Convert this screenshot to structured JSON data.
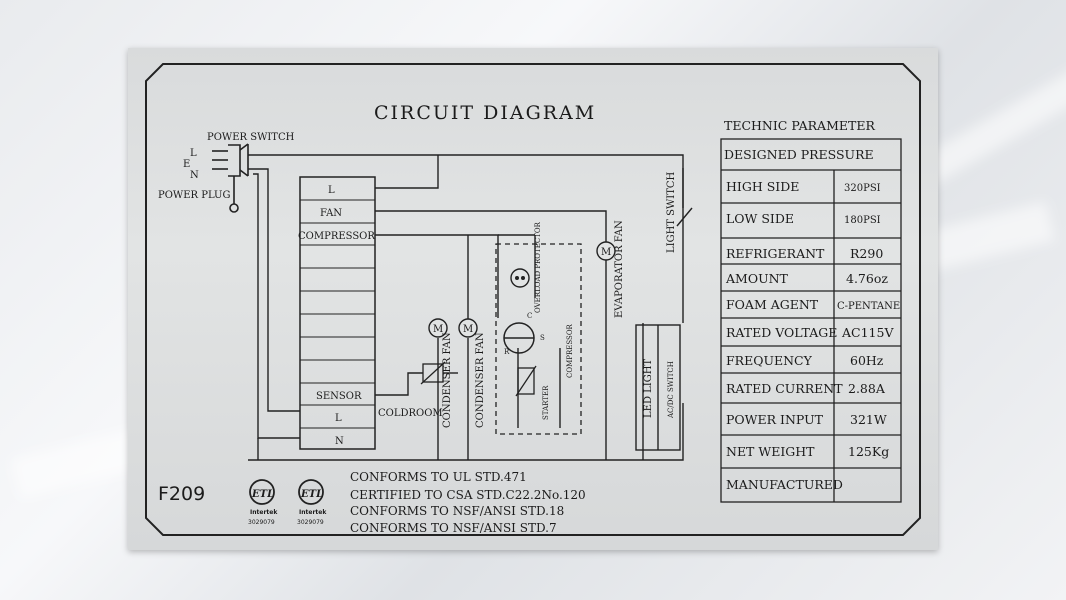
{
  "title": "CIRCUIT DIAGRAM",
  "power": {
    "switch_label": "POWER SWITCH",
    "plug_label": "POWER PLUG",
    "pins": [
      "L",
      "E",
      "N"
    ]
  },
  "terminal_block": {
    "rows": [
      "L",
      "FAN",
      "COMPRESSOR",
      "",
      "",
      "",
      "",
      "",
      "",
      "SENSOR",
      "L",
      "N"
    ]
  },
  "components": {
    "coldroom": "COLDROOM",
    "condenser_fan_1": "CONDENSER FAN",
    "condenser_fan_2": "CONDENSER FAN",
    "overload_protector": "OVERLOAD PROTECTOR",
    "compressor": "COMPRESSOR",
    "starter": "STARTER",
    "evaporator_fan": "EVAPORATOR FAN",
    "light_switch": "LIGHT SWITCH",
    "led_light": "LED LIGHT",
    "acdc_switch": "AC/DC SWITCH",
    "motor_symbol": "M",
    "compressor_terminals": [
      "C",
      "R",
      "S"
    ]
  },
  "technic_parameter": {
    "heading": "TECHNIC PARAMETER",
    "designed_pressure": "DESIGNED PRESSURE",
    "rows": [
      {
        "label": "HIGH SIDE",
        "value": "320PSI"
      },
      {
        "label": "LOW SIDE",
        "value": "180PSI"
      },
      {
        "label": "REFRIGERANT",
        "value": "R290"
      },
      {
        "label": "AMOUNT",
        "value": "4.76oz"
      },
      {
        "label": "FOAM AGENT",
        "value": "C-PENTANE"
      },
      {
        "label": "RATED VOLTAGE",
        "value": "AC115V"
      },
      {
        "label": "FREQUENCY",
        "value": "60Hz"
      },
      {
        "label": "RATED CURRENT",
        "value": "2.88A"
      },
      {
        "label": "POWER INPUT",
        "value": "321W"
      },
      {
        "label": "NET WEIGHT",
        "value": "125Kg"
      },
      {
        "label": "MANUFACTURED",
        "value": ""
      }
    ]
  },
  "model": "F209",
  "certification": {
    "logo_text": "ETL",
    "lab": "Intertek",
    "numbers": [
      "3029079",
      "3029079"
    ]
  },
  "conformity": [
    "CONFORMS TO UL STD.471",
    "CERTIFIED TO CSA STD.C22.2No.120",
    "CONFORMS TO NSF/ANSI STD.18",
    "CONFORMS TO NSF/ANSI STD.7"
  ]
}
